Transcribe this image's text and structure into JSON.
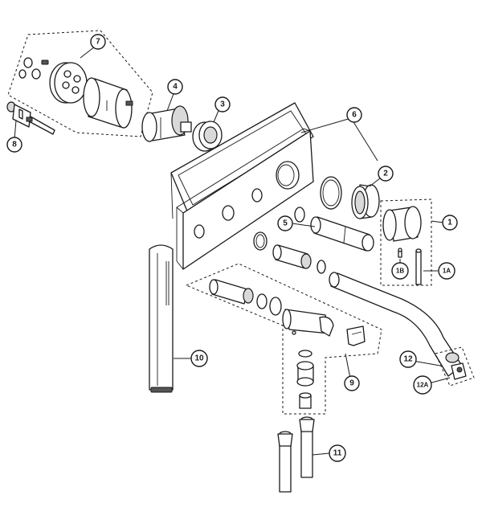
{
  "callouts": {
    "c1": "1",
    "c1a": "1A",
    "c1b": "1B",
    "c2": "2",
    "c3": "3",
    "c4": "4",
    "c5": "5",
    "c6": "6",
    "c7": "7",
    "c8": "8",
    "c9": "9",
    "c10": "10",
    "c11": "11",
    "c12": "12",
    "c12a": "12A"
  }
}
